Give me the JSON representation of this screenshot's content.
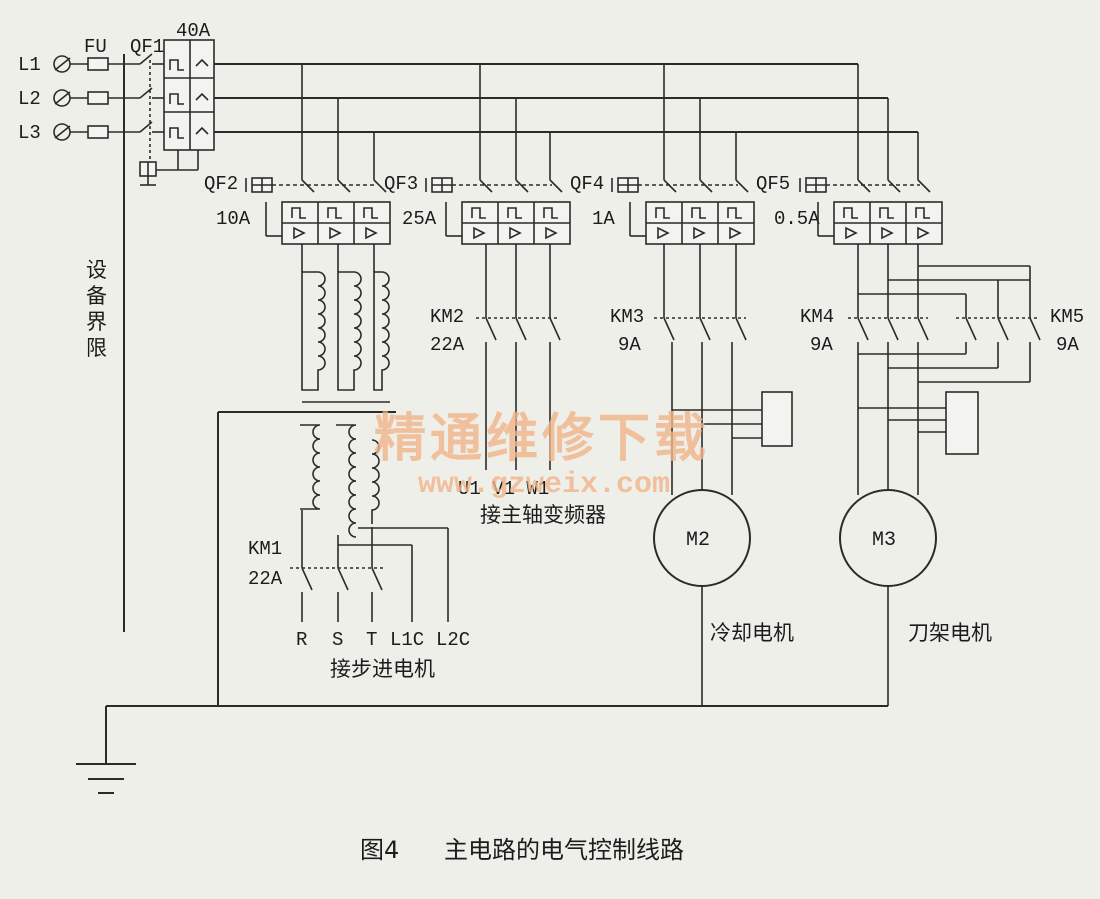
{
  "supply": {
    "phases": [
      "L1",
      "L2",
      "L3"
    ],
    "fuse": "FU",
    "main_breaker": "QF1",
    "main_rating": "40A"
  },
  "equipment_boundary": "设备界限",
  "breakers": [
    {
      "name": "QF2",
      "rating": "10A"
    },
    {
      "name": "QF3",
      "rating": "25A"
    },
    {
      "name": "QF4",
      "rating": "1A"
    },
    {
      "name": "QF5",
      "rating": "0.5A"
    }
  ],
  "contactors": [
    {
      "name": "KM1",
      "rating": "22A"
    },
    {
      "name": "KM2",
      "rating": "22A"
    },
    {
      "name": "KM3",
      "rating": "9A"
    },
    {
      "name": "KM4",
      "rating": "9A"
    },
    {
      "name": "KM5",
      "rating": "9A"
    }
  ],
  "spindle": {
    "terminals": "U1 V1 W1",
    "label": "接主轴变频器"
  },
  "stepper": {
    "terminals": [
      "R",
      "S",
      "T",
      "L1C",
      "L2C"
    ],
    "label": "接步进电机"
  },
  "motors": [
    {
      "id": "M2",
      "label": "冷却电机"
    },
    {
      "id": "M3",
      "label": "刀架电机"
    }
  ],
  "watermark": {
    "cn": "精通维修下载",
    "url": "www.gzweix.com"
  },
  "caption": {
    "figure": "图4",
    "title": "主电路的电气控制线路"
  }
}
